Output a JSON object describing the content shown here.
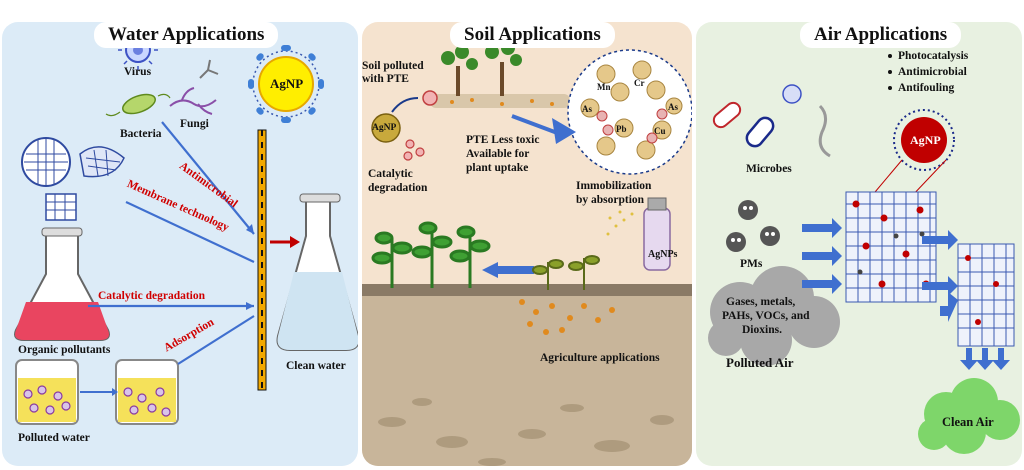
{
  "water": {
    "title": "Water Applications",
    "virus": "Virus",
    "bacteria": "Bacteria",
    "fungi": "Fungi",
    "agnp": "AgNP",
    "antimicrobial": "Antimicrobial",
    "membrane": "Membrane technology",
    "catalytic": "Catalytic degradation",
    "adsorption": "Adsorption",
    "organic": "Organic pollutants",
    "polluted": "Polluted water",
    "clean": "Clean water"
  },
  "soil": {
    "title": "Soil Applications",
    "polluted_line1": "Soil polluted",
    "polluted_line2": "with PTE",
    "agnp": "AgNP",
    "catalytic_line1": "Catalytic",
    "catalytic_line2": "degradation",
    "pte_line1": "PTE Less toxic",
    "pte_line2": "Available for",
    "pte_line3": "plant uptake",
    "immob_line1": "Immobilization",
    "immob_line2": "by absorption",
    "agnps": "AgNPs",
    "agri": "Agriculture applications",
    "metals": [
      "Mn",
      "Cr",
      "As",
      "As",
      "Pb",
      "Cu"
    ]
  },
  "air": {
    "title": "Air Applications",
    "bullets": [
      "Photocatalysis",
      "Antimicrobial",
      "Antifouling"
    ],
    "agnp": "AgNP",
    "microbes": "Microbes",
    "pms": "PMs",
    "gases_line1": "Gases, metals,",
    "gases_line2": "PAHs, VOCs, and",
    "gases_line3": "Dioxins.",
    "polluted": "Polluted Air",
    "clean": "Clean Air"
  },
  "colors": {
    "agnp_yellow": "#ffee00",
    "agnp_red": "#c00000",
    "arrow_blue": "#3f6fcf",
    "label_red": "#d00000"
  }
}
